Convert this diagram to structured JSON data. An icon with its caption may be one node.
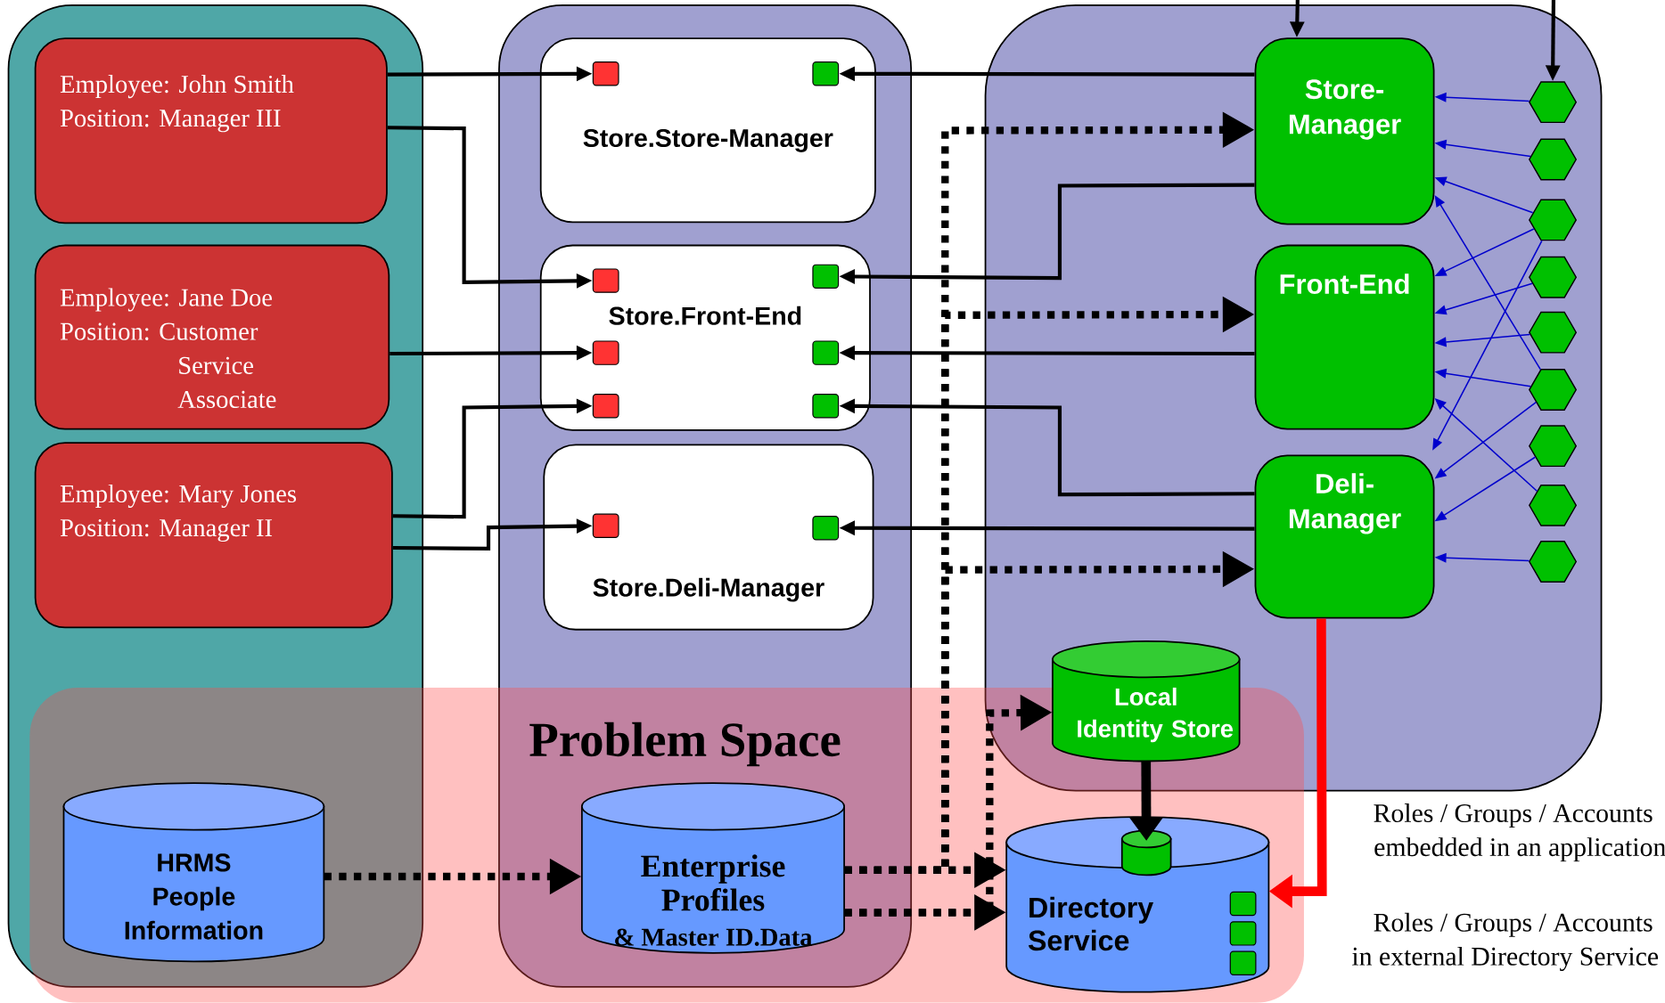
{
  "diagram": {
    "nodes": [
      {
        "text": [],
        "shape": "box"
      },
      {
        "text": [],
        "shape": "box"
      },
      {
        "text": [],
        "shape": "box"
      },
      {
        "text": [
          "Problem Space"
        ]
      },
      {
        "text": [
          "Employee: John Smith",
          "Position: Manager III"
        ],
        "in": 0
      },
      {
        "text": [
          "Employee: Jane Doe",
          "Position: Customer Service Associate"
        ],
        "in": 0
      },
      {
        "text": [
          "Employee: Mary Jones",
          "Position: Manager II"
        ],
        "in": 0
      },
      {
        "text": [
          "Store.Store-Manager"
        ],
        "in": 1
      },
      {
        "text": [
          "Store.Front-End"
        ],
        "in": 1
      },
      {
        "text": [
          "Store.Deli-Manager"
        ],
        "in": 1
      },
      {
        "text": [],
        "shape": "box",
        "in": 7
      },
      {
        "text": [],
        "shape": "box",
        "in": 7
      },
      {
        "text": [],
        "shape": "box",
        "in": 8
      },
      {
        "text": [],
        "shape": "box",
        "in": 8
      },
      {
        "text": [],
        "shape": "box",
        "in": 8
      },
      {
        "text": [],
        "shape": "box",
        "in": 8
      },
      {
        "text": [],
        "shape": "box",
        "in": 8
      },
      {
        "text": [],
        "shape": "box",
        "in": 8
      },
      {
        "text": [],
        "shape": "box",
        "in": 9
      },
      {
        "text": [],
        "shape": "box",
        "in": 9
      },
      {
        "text": [
          "Store- Manager"
        ],
        "in": 2
      },
      {
        "text": [
          "Front-End"
        ],
        "in": 2
      },
      {
        "text": [
          "Deli- Manager"
        ],
        "in": 2
      },
      {
        "text": [],
        "shape": "hexagon",
        "in": 2
      },
      {
        "text": [],
        "shape": "hexagon",
        "in": 2
      },
      {
        "text": [],
        "shape": "hexagon",
        "in": 2
      },
      {
        "text": [],
        "shape": "hexagon",
        "in": 2
      },
      {
        "text": [],
        "shape": "hexagon",
        "in": 2
      },
      {
        "text": [],
        "shape": "hexagon",
        "in": 2
      },
      {
        "text": [],
        "shape": "hexagon",
        "in": 2
      },
      {
        "text": [],
        "shape": "hexagon",
        "in": 2
      },
      {
        "text": [],
        "shape": "hexagon",
        "in": 2
      },
      {
        "text": [
          "Local Identity Store"
        ],
        "in": 2
      },
      {
        "text": [
          "HRMS People Information"
        ]
      },
      {
        "text": [
          "Enterprise Profiles",
          "& Master ID.Data"
        ]
      },
      {
        "text": [
          "Directory Service"
        ],
        "in": 3
      },
      {
        "text": [],
        "shape": "cylinder",
        "in": 35
      },
      {
        "text": [],
        "shape": "box",
        "in": 35
      },
      {
        "text": [],
        "shape": "box",
        "in": 35
      },
      {
        "text": [],
        "shape": "box",
        "in": 35
      }
    ],
    "edges": [
      {
        "from": null,
        "to": 20,
        "arrow": "to"
      },
      {
        "from": null,
        "to": 23,
        "arrow": "to"
      },
      {
        "from": 4,
        "to": 10,
        "arrow": "to"
      },
      {
        "from": 4,
        "to": 12,
        "arrow": "to"
      },
      {
        "from": 5,
        "to": 14,
        "arrow": "to"
      },
      {
        "from": 6,
        "to": 16,
        "arrow": "to"
      },
      {
        "from": 6,
        "to": 18,
        "arrow": "to"
      },
      {
        "from": 20,
        "to": 11,
        "arrow": "to"
      },
      {
        "from": 20,
        "to": 13,
        "arrow": "to"
      },
      {
        "from": 21,
        "to": 15,
        "arrow": "to"
      },
      {
        "from": 22,
        "to": 17,
        "arrow": "to"
      },
      {
        "from": 22,
        "to": 19,
        "arrow": "to"
      },
      {
        "from": 33,
        "to": 34,
        "arrow": "to",
        "style": "dashed"
      },
      {
        "from": 34,
        "to": 20,
        "arrow": "to",
        "style": "dashed"
      },
      {
        "from": 34,
        "to": 21,
        "arrow": "to",
        "style": "dashed"
      },
      {
        "from": 34,
        "to": 22,
        "arrow": "to",
        "style": "dashed"
      },
      {
        "from": 34,
        "to": 35,
        "arrow": "to",
        "style": "dashed"
      },
      {
        "from": 34,
        "to": 35,
        "arrow": "to",
        "style": "dashed"
      },
      {
        "from": 34,
        "to": 32,
        "arrow": "to",
        "style": "dashed"
      },
      {
        "from": 32,
        "to": 36,
        "arrow": "to",
        "style": "thick"
      },
      {
        "from": 22,
        "to": 35,
        "arrow": "to",
        "style": "thick",
        "color": "#ff0000"
      },
      {
        "from": 23,
        "to": 20,
        "arrow": "to",
        "color": "#0000cc"
      },
      {
        "from": 24,
        "to": 20,
        "arrow": "to",
        "color": "#0000cc"
      },
      {
        "from": 25,
        "to": 20,
        "arrow": "to",
        "color": "#0000cc"
      },
      {
        "from": 25,
        "to": 21,
        "arrow": "to",
        "color": "#0000cc"
      },
      {
        "from": 25,
        "to": 22,
        "arrow": "to",
        "color": "#0000cc"
      },
      {
        "from": 26,
        "to": 21,
        "arrow": "to",
        "color": "#0000cc"
      },
      {
        "from": 27,
        "to": 21,
        "arrow": "to",
        "color": "#0000cc"
      },
      {
        "from": 28,
        "to": 21,
        "arrow": "to",
        "color": "#0000cc"
      },
      {
        "from": 28,
        "to": 20,
        "arrow": "to",
        "color": "#0000cc"
      },
      {
        "from": 28,
        "to": 22,
        "arrow": "to",
        "color": "#0000cc"
      },
      {
        "from": 29,
        "to": 22,
        "arrow": "to",
        "color": "#0000cc"
      },
      {
        "from": 30,
        "to": 21,
        "arrow": "to",
        "color": "#0000cc"
      },
      {
        "from": 31,
        "to": 22,
        "arrow": "to",
        "color": "#0000cc"
      }
    ],
    "labels": [
      "Roles / Groups / Accounts embedded in an application",
      "Roles / Groups / Accounts in external Directory Service"
    ]
  }
}
